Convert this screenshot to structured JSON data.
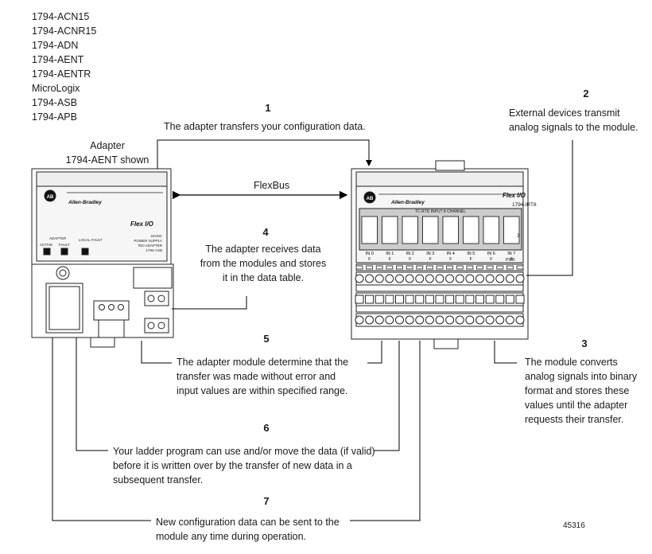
{
  "adapter_models": [
    "1794-ACN15",
    "1794-ACNR15",
    "1794-ADN",
    "1794-AENT",
    "1794-AENTR",
    "MicroLogix",
    "1794-ASB",
    "1794-APB"
  ],
  "adapter_caption": [
    "Adapter",
    "1794-AENT shown"
  ],
  "flexbus_label": "FlexBus",
  "figure_number": "45316",
  "steps": [
    {
      "num": "1",
      "lines": [
        "The adapter transfers your configuration data."
      ]
    },
    {
      "num": "2",
      "lines": [
        "External devices transmit",
        "analog signals to the module."
      ]
    },
    {
      "num": "3",
      "lines": [
        "The module converts",
        "analog signals into binary",
        "format and stores these",
        "values until the adapter",
        "requests their transfer."
      ]
    },
    {
      "num": "4",
      "lines": [
        "The adapter receives data",
        "from the modules and stores",
        "it in the data table."
      ]
    },
    {
      "num": "5",
      "lines": [
        "The adapter module determine that the",
        "transfer was made without error and",
        "input values are within specified range."
      ]
    },
    {
      "num": "6",
      "lines": [
        "Your ladder program can use and/or move the data (if valid)",
        "before it is written over by the transfer of new data in a",
        "subsequent transfer."
      ]
    },
    {
      "num": "7",
      "lines": [
        "New configuration data can be sent to the",
        "module any time during operation."
      ]
    }
  ],
  "adapter_device": {
    "brand_logo": "AB",
    "brand": "Allen-Bradley",
    "product_logo": "Flex I/O",
    "spec_lines": [
      "24VDC",
      "POWER SUPPLY",
      "RIO ADAPTER",
      "1794-ASB"
    ],
    "indicator_header": "ADAPTER",
    "indicators": [
      "ACTIVE",
      "FAULT",
      "LOCAL FAULT"
    ]
  },
  "io_module": {
    "brand_logo": "AB",
    "brand": "Allen-Bradley",
    "product_logo": "Flex I/O",
    "catalog": "1794-IRT8",
    "title": "TC RTD INPUT 8 CHANNEL",
    "channels": [
      "IN 0",
      "IN 1",
      "IN 2",
      "IN 3",
      "IN 4",
      "IN 5",
      "IN 6",
      "IN 7"
    ],
    "channel_flag": "F",
    "pwr_label": "PWR",
    "key_label": "3"
  }
}
